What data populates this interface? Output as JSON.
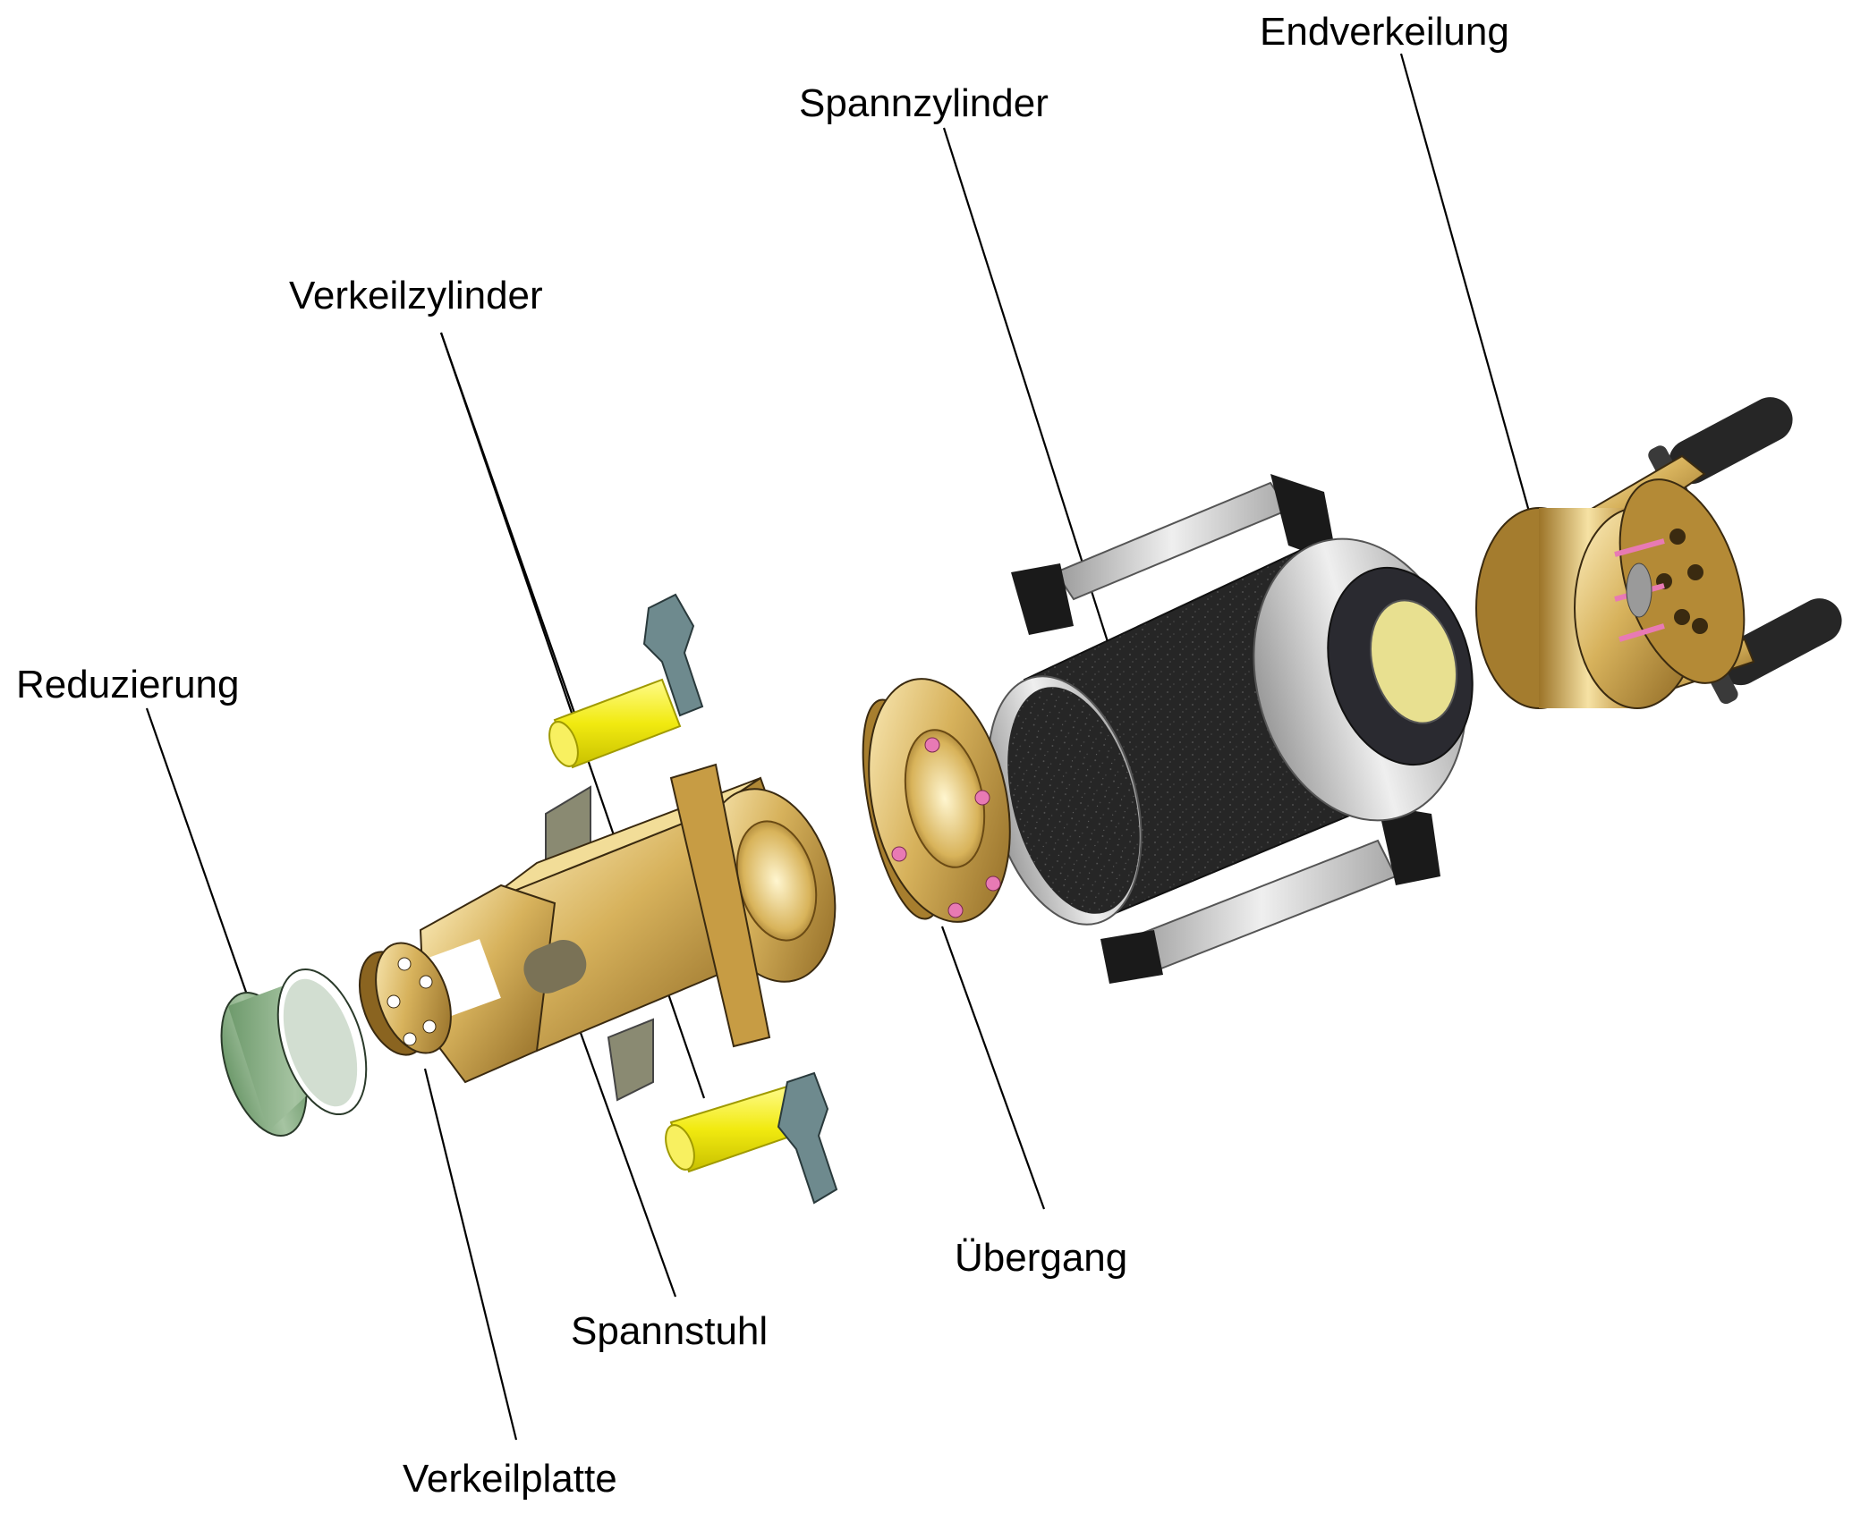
{
  "labels": {
    "endverkeilung": "Endverkeilung",
    "spannzylinder": "Spannzylinder",
    "verkeilzylinder": "Verkeilzylinder",
    "reduzierung": "Reduzierung",
    "uebergang": "Übergang",
    "spannstuhl": "Spannstuhl",
    "verkeilplatte": "Verkeilplatte"
  },
  "colors": {
    "brass": "#c9a24a",
    "brass_light": "#f0dc9a",
    "brass_dark": "#7a5a1e",
    "yellow": "#f4ef2a",
    "green": "#8fb08a",
    "slate": "#6e8a8e",
    "black": "#1a1a1a",
    "grey": "#c8c8c8",
    "pink": "#e87ab4"
  }
}
